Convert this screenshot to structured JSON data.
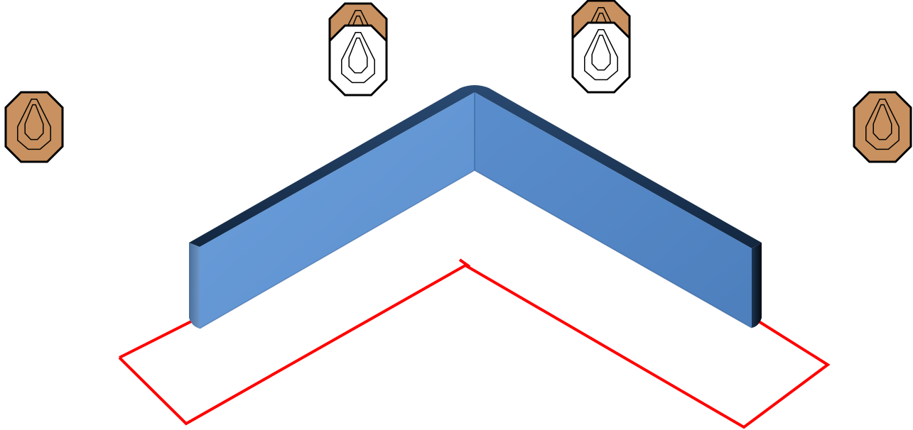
{
  "diagram": {
    "type": "shooting-stage-layout",
    "colors": {
      "background": "#ffffff",
      "barricade_front_left": "#6699d6",
      "barricade_front_right": "#5387c6",
      "barricade_top": "#1c3a5e",
      "barricade_edge_dark": "#0d1f33",
      "fault_line": "#ff0000",
      "shoot_target_fill": "#c8915f",
      "no_shoot_target_fill": "#ffffff",
      "target_outline": "#000000"
    },
    "targets": [
      {
        "id": "target-left",
        "kind": "shoot",
        "icon": "octagon-target-icon"
      },
      {
        "id": "target-center-left-back",
        "kind": "shoot",
        "icon": "octagon-target-icon"
      },
      {
        "id": "target-center-left-front",
        "kind": "no-shoot",
        "icon": "no-shoot-target-icon"
      },
      {
        "id": "target-center-right-back",
        "kind": "shoot",
        "icon": "octagon-target-icon"
      },
      {
        "id": "target-center-right-front",
        "kind": "no-shoot",
        "icon": "no-shoot-target-icon"
      },
      {
        "id": "target-right",
        "kind": "shoot",
        "icon": "octagon-target-icon"
      }
    ],
    "barricade": {
      "shape": "chevron",
      "icon": "barricade-wall-icon"
    },
    "shooting_area": {
      "shape": "chevron-outline",
      "icon": "fault-line-icon"
    }
  }
}
